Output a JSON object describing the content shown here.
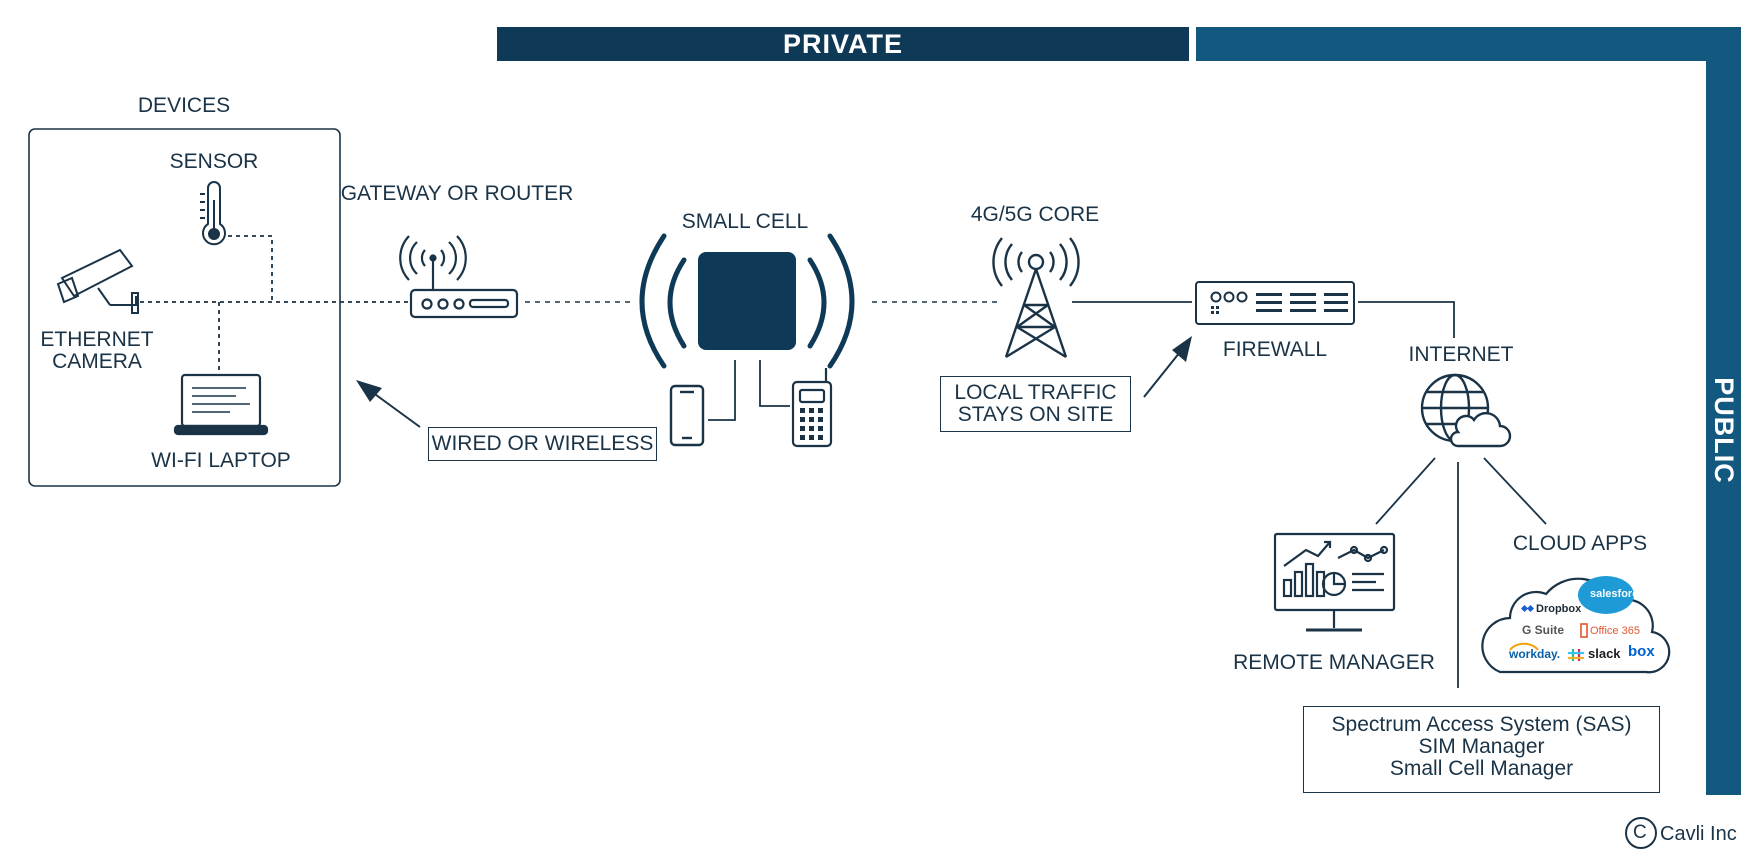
{
  "zones": {
    "private": "PRIVATE",
    "public": "PUBLIC"
  },
  "devices": {
    "heading": "DEVICES",
    "sensor": "SENSOR",
    "camera_line1": "ETHERNET",
    "camera_line2": "CAMERA",
    "laptop": "WI-FI LAPTOP"
  },
  "network": {
    "gateway": "GATEWAY OR ROUTER",
    "small_cell": "SMALL CELL",
    "core": "4G/5G CORE",
    "firewall": "FIREWALL",
    "internet": "INTERNET",
    "remote_manager": "REMOTE MANAGER",
    "cloud_apps": "CLOUD APPS"
  },
  "callouts": {
    "wired_or_wireless": "WIRED OR WIRELESS",
    "local_traffic_line1": "LOCAL TRAFFIC",
    "local_traffic_line2": "STAYS ON SITE"
  },
  "services": {
    "line1": "Spectrum Access System (SAS)",
    "line2": "SIM Manager",
    "line3": "Small Cell Manager"
  },
  "cloud_logos": {
    "dropbox": "Dropbox",
    "salesforce": "salesforce",
    "gsuite": "G Suite",
    "office365": "Office 365",
    "workday": "workday.",
    "slack": "slack",
    "box": "box"
  },
  "copyright": {
    "symbol": "C",
    "company": "Cavli Inc"
  },
  "colors": {
    "dark_navy": "#0f3a57",
    "public_blue": "#13587e",
    "line": "#1a3346"
  }
}
